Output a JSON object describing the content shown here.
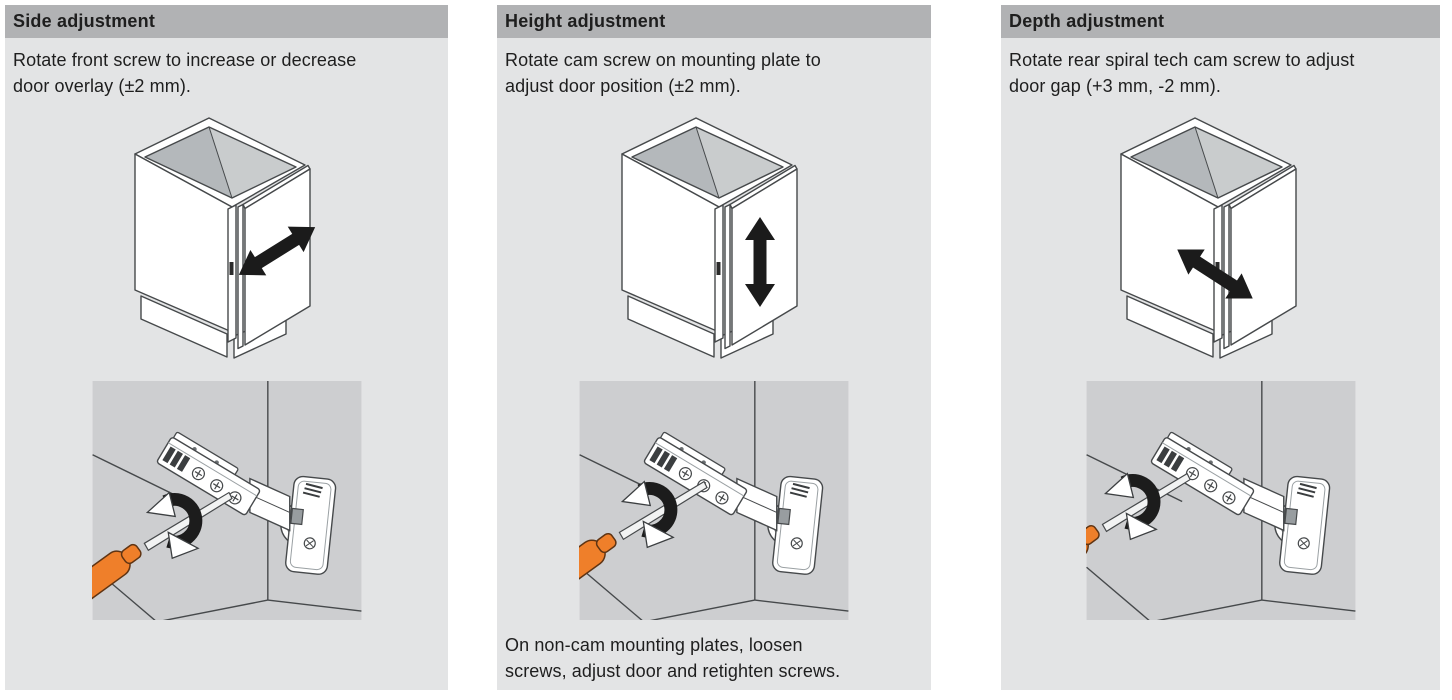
{
  "document": {
    "kind": "cabinet hinge adjustment instructions"
  },
  "colors": {
    "page_bg": "#ffffff",
    "panel_bg": "#e3e4e5",
    "header_bg": "#b1b2b4",
    "text": "#1e1e1e",
    "illustration_bg": "#cdced0",
    "line": "#46494b",
    "arrow_black": "#1b1b1b",
    "screwdriver_orange": "#ef7f2a"
  },
  "panels": [
    {
      "title": "Side adjustment",
      "desc": [
        "Rotate front screw to increase or decrease",
        "door overlay (±2 mm)."
      ],
      "cabinet_arrow": "diagonal double arrow across door face (side direction)",
      "hinge_action": "screwdriver on front screw with rotation arrow"
    },
    {
      "title": "Height adjustment",
      "desc": [
        "Rotate cam screw on mounting plate to",
        "adjust door position (±2 mm)."
      ],
      "cabinet_arrow": "vertical double arrow on door face (up/down direction)",
      "hinge_action": "screwdriver on cam screw with rotation arrow",
      "note": [
        "On non-cam mounting plates, loosen",
        "screws, adjust door and retighten screws."
      ]
    },
    {
      "title": "Depth adjustment",
      "desc": [
        "Rotate rear spiral tech cam screw to adjust",
        "door gap (+3 mm, -2 mm)."
      ],
      "cabinet_arrow": "diagonal double arrow through door gap (in/out direction)",
      "hinge_action": "screwdriver on rear spiral tech cam screw with rotation arrow"
    }
  ]
}
